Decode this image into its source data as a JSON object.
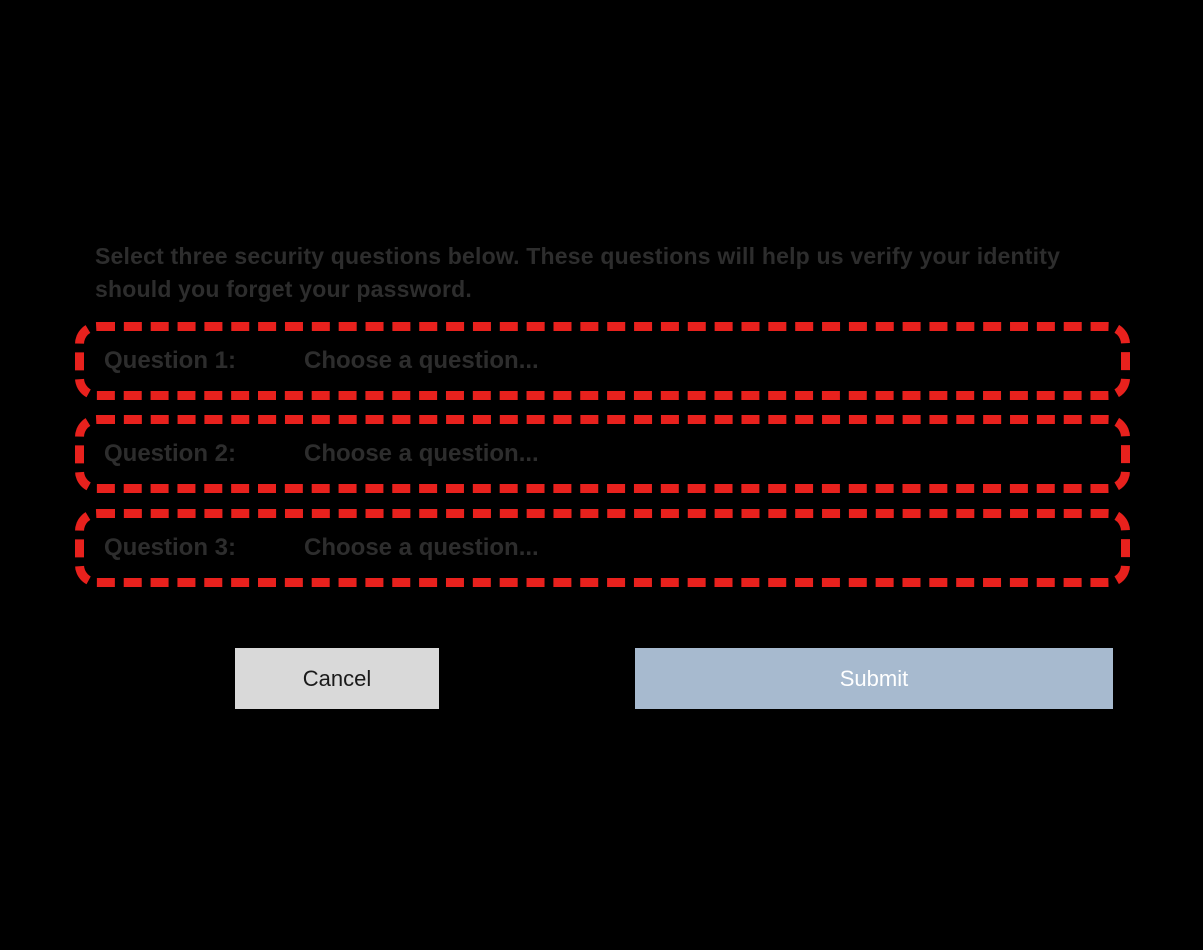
{
  "dialog": {
    "instructions": "Select three security questions below. These questions will help us verify your identity should you forget your password."
  },
  "questions": [
    {
      "label": "Question 1:",
      "placeholder": "Choose a question..."
    },
    {
      "label": "Question 2:",
      "placeholder": "Choose a question..."
    },
    {
      "label": "Question 3:",
      "placeholder": "Choose a question..."
    }
  ],
  "buttons": {
    "cancel": "Cancel",
    "submit": "Submit"
  },
  "colors": {
    "background": "#000000",
    "highlight_red": "#e8211d",
    "cancel_bg": "#d9d9d9",
    "submit_bg": "#a7bacf",
    "text_dark": "#2d2d2d",
    "submit_text": "#ffffff"
  }
}
